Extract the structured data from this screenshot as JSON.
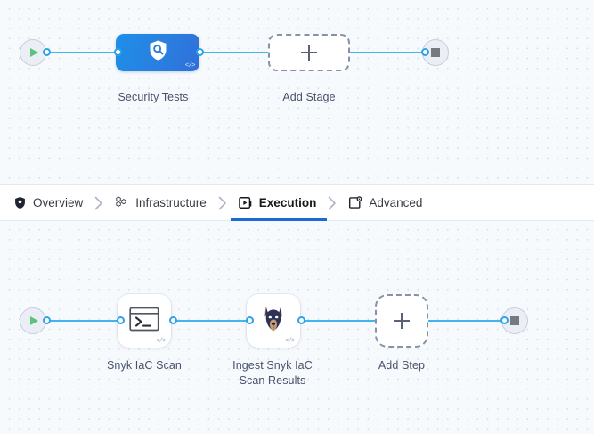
{
  "colors": {
    "canvas_bg": "#f7fafd",
    "grid_dot": "#d3dce8",
    "edge": "#43b4f0",
    "port_border": "#2ba3ec",
    "stage_blue_from": "#1d8fe8",
    "stage_blue_to": "#2f6fd8",
    "active_tab_underline": "#1a69d4",
    "label_text": "#49516b",
    "start_play": "#5ac47c",
    "stop_square": "#76797f",
    "dashed_border": "#8b90a6"
  },
  "stage_pipeline": {
    "name": "stage-pipeline-canvas",
    "start_node": {
      "icon": "play-icon",
      "label": ""
    },
    "nodes": [
      {
        "id": "security-tests",
        "label": "Security Tests",
        "icon": "shield-search-icon",
        "badge": "</>",
        "type": "stage"
      },
      {
        "id": "add-stage",
        "label": "Add Stage",
        "icon": "plus-icon",
        "type": "add"
      }
    ],
    "end_node": {
      "icon": "stop-icon",
      "label": ""
    }
  },
  "tabs": {
    "name": "pipeline-config-tabs",
    "separator": "chevron-right-icon",
    "items": [
      {
        "id": "overview",
        "label": "Overview",
        "icon": "shield-icon",
        "active": false
      },
      {
        "id": "infrastructure",
        "label": "Infrastructure",
        "icon": "hexagon-cluster-icon",
        "active": false
      },
      {
        "id": "execution",
        "label": "Execution",
        "icon": "play-box-icon",
        "active": true
      },
      {
        "id": "advanced",
        "label": "Advanced",
        "icon": "card-gear-icon",
        "active": false
      }
    ]
  },
  "step_pipeline": {
    "name": "step-pipeline-canvas",
    "start_node": {
      "icon": "play-icon",
      "label": ""
    },
    "nodes": [
      {
        "id": "snyk-iac-scan",
        "label": "Snyk IaC Scan",
        "icon": "terminal-icon",
        "badge": "</>",
        "type": "step"
      },
      {
        "id": "ingest-snyk-iac-scan-results",
        "label": "Ingest Snyk IaC\nScan Results",
        "label_line1": "Ingest Snyk IaC",
        "label_line2": "Scan Results",
        "icon": "doberman-icon",
        "badge": "</>",
        "type": "step"
      },
      {
        "id": "add-step",
        "label": "Add Step",
        "icon": "plus-icon",
        "type": "add"
      }
    ],
    "end_node": {
      "icon": "stop-icon",
      "label": ""
    }
  }
}
